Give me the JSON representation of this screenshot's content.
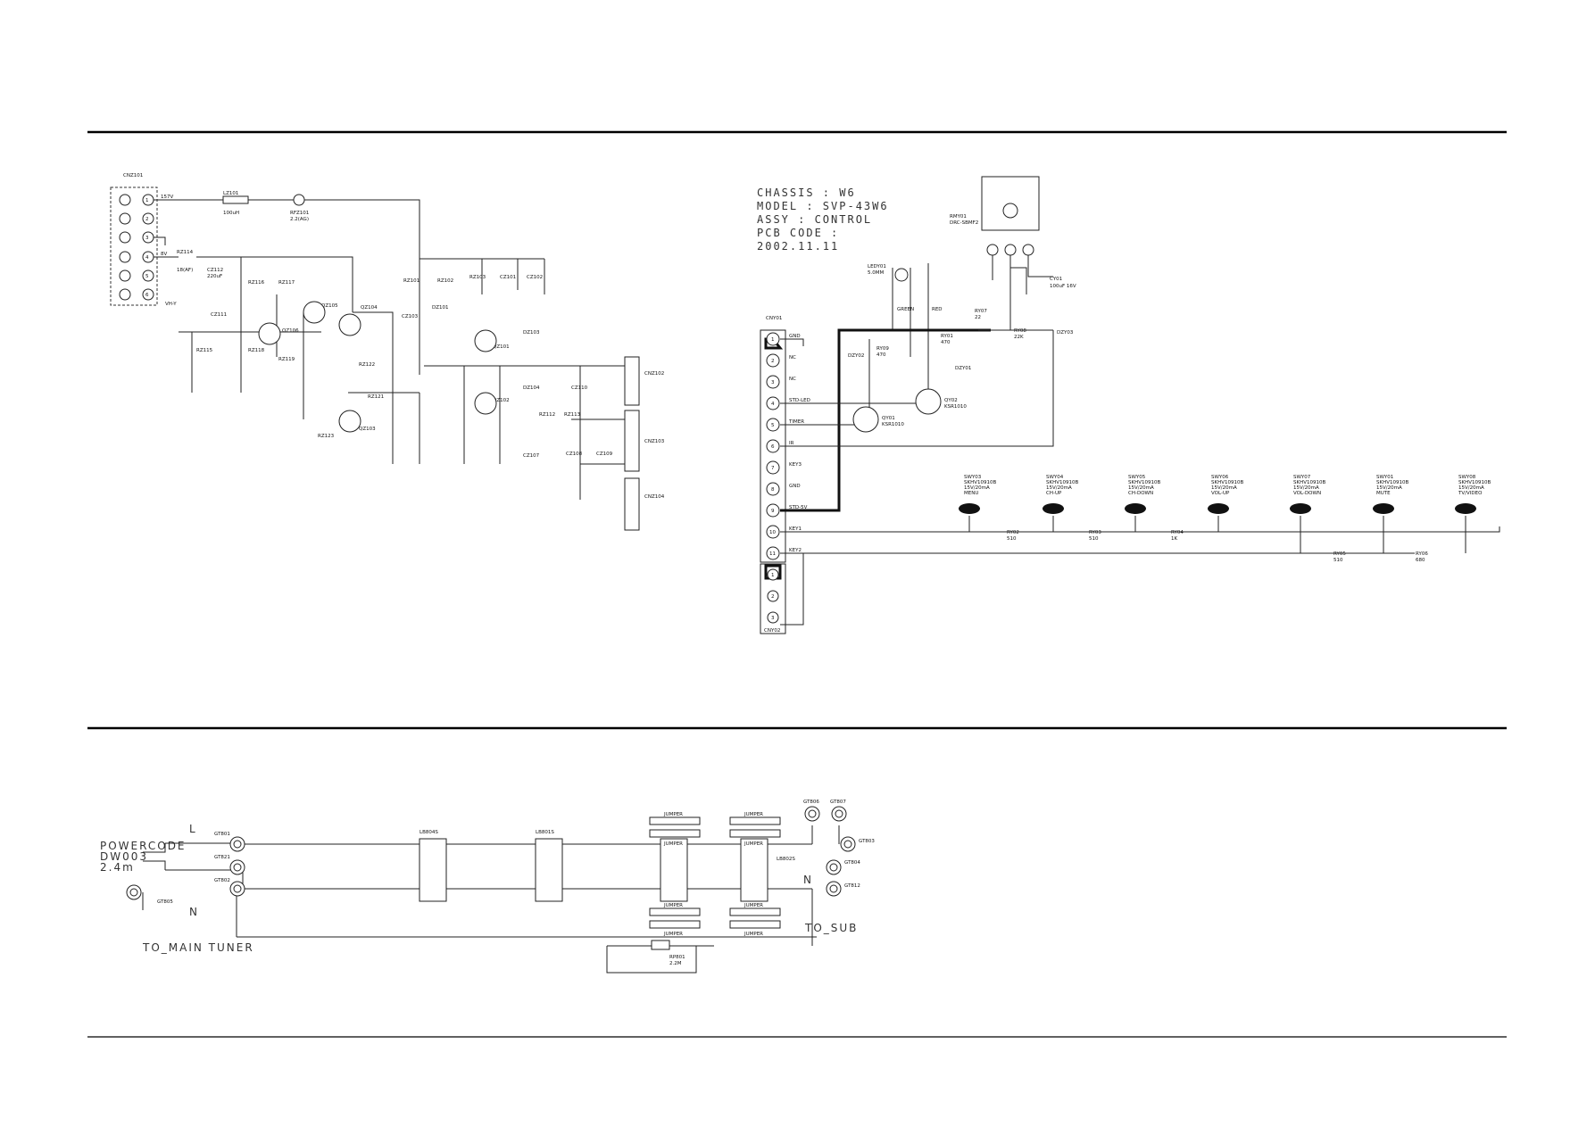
{
  "power_supply": {
    "connectors": {
      "cnz101": "CNZ101",
      "cnz102": "CNZ102",
      "cnz103": "CNZ103",
      "cnz104": "CNZ104"
    },
    "pins_cnz101": [
      "1",
      "2",
      "3",
      "4",
      "5",
      "6"
    ],
    "labels": {
      "v157": "157V",
      "v8": "8V",
      "vh": "VH-Y",
      "lz101": "LZ101",
      "lz101_val": "100uH",
      "rf": "RFZ101",
      "rf_val": "2.2(AG)",
      "rz114": "RZ114",
      "rz114_val": "18(AF)",
      "cz112": "CZ112",
      "cz112_val": "220uF",
      "rz116": "RZ116",
      "rz117": "RZ117",
      "qz105": "QZ105",
      "qz104": "QZ104",
      "qz106": "QZ106",
      "qz101": "QZ101",
      "qz102": "QZ102",
      "qz103": "QZ103",
      "rz101": "RZ101",
      "rz102": "RZ102",
      "rz103": "RZ103",
      "cz101": "CZ101",
      "cz102": "CZ102",
      "dz101": "DZ101",
      "dz103": "DZ103",
      "dz104": "DZ104",
      "cz103": "CZ103",
      "cz110": "CZ110",
      "cz108": "CZ108",
      "cz109": "CZ109",
      "cz107": "CZ107",
      "rz112": "RZ112",
      "rz113": "RZ113",
      "rz121": "RZ121",
      "rz122": "RZ122",
      "rz123": "RZ123",
      "cz111": "CZ111",
      "rz115": "RZ115",
      "rz118": "RZ118",
      "rz119": "RZ119"
    }
  },
  "control": {
    "title_lines": [
      "CHASSIS : W6",
      "MODEL : SVP-43W6",
      "ASSY : CONTROL",
      "PCB CODE :",
      "2002.11.11"
    ],
    "rmy01": "RMY01",
    "rmy01_val": "DRC-SBMF2",
    "cy01": "CY01",
    "cy01_val": "100uF 16V",
    "led": "LEDY01",
    "led_val": "5.0MM",
    "cny01": "CNY01",
    "cny02": "CNY02",
    "green": "GREEN",
    "red": "RED",
    "pins": [
      {
        "n": "1",
        "label": "GND"
      },
      {
        "n": "2",
        "label": "NC"
      },
      {
        "n": "3",
        "label": "NC"
      },
      {
        "n": "4",
        "label": "STD-LED"
      },
      {
        "n": "5",
        "label": "TIMER"
      },
      {
        "n": "6",
        "label": "IR"
      },
      {
        "n": "7",
        "label": "KEY3"
      },
      {
        "n": "8",
        "label": "GND"
      },
      {
        "n": "9",
        "label": "STD-5V"
      },
      {
        "n": "10",
        "label": "KEY1"
      },
      {
        "n": "11",
        "label": "KEY2"
      }
    ],
    "cny02_pins": [
      "1",
      "2",
      "3"
    ],
    "transistors": {
      "qy01": "QY01",
      "qy01_part": "KSR1010",
      "qy02": "QY02",
      "qy02_part": "KSR1010"
    },
    "resistors": {
      "ry07": "RY07",
      "ry07_val": "22",
      "ry08": "RY08",
      "ry08_val": "22K",
      "ry01": "RY01",
      "ry01_val": "470",
      "ry09": "RY09",
      "ry09_val": "470"
    },
    "zeners": {
      "dzy01": "DZY01",
      "dzy02": "DZY02",
      "dzy03": "DZY03"
    },
    "switches": [
      {
        "ref": "SWY03",
        "part": "SKHV10910B",
        "rating": "15V/20mA",
        "func": "MENU"
      },
      {
        "ref": "SWY04",
        "part": "SKHV10910B",
        "rating": "15V/20mA",
        "func": "CH-UP"
      },
      {
        "ref": "SWY05",
        "part": "SKHV10910B",
        "rating": "15V/20mA",
        "func": "CH-DOWN"
      },
      {
        "ref": "SWY06",
        "part": "SKHV10910B",
        "rating": "15V/20mA",
        "func": "VOL-UP"
      },
      {
        "ref": "SWY07",
        "part": "SKHV10910B",
        "rating": "15V/20mA",
        "func": "VOL-DOWN"
      },
      {
        "ref": "SWY01",
        "part": "SKHV10910B",
        "rating": "15V/20mA",
        "func": "MUTE"
      },
      {
        "ref": "SWY08",
        "part": "SKHV10910B",
        "rating": "15V/20mA",
        "func": "TV/VIDEO"
      }
    ],
    "key_resistors": [
      {
        "ref": "RY02",
        "val": "510"
      },
      {
        "ref": "RY03",
        "val": "510"
      },
      {
        "ref": "RY04",
        "val": "1K"
      },
      {
        "ref": "RY05",
        "val": "510"
      },
      {
        "ref": "RY06",
        "val": "680"
      }
    ]
  },
  "line_filter": {
    "powercode": "POWERCODE",
    "powercode_ref": "DW003",
    "powercode_len": "2.4m",
    "to_main_tuner": "TO_MAIN TUNER",
    "to_sub": "TO_SUB",
    "L": "L",
    "N": "N",
    "terminals": [
      "GT801",
      "GT802",
      "GT803",
      "GT804",
      "GT805",
      "GT806",
      "GT807",
      "GT812",
      "GT821"
    ],
    "inductors": [
      "LB804S",
      "LB801S",
      "LB802S"
    ],
    "jumpers": [
      "JUMPER",
      "JUMPER",
      "JUMPER",
      "JUMPER",
      "JUMPER",
      "JUMPER",
      "JUMPER",
      "JUMPER"
    ],
    "rp801": "RP801",
    "rp801_val": "2.2M"
  }
}
